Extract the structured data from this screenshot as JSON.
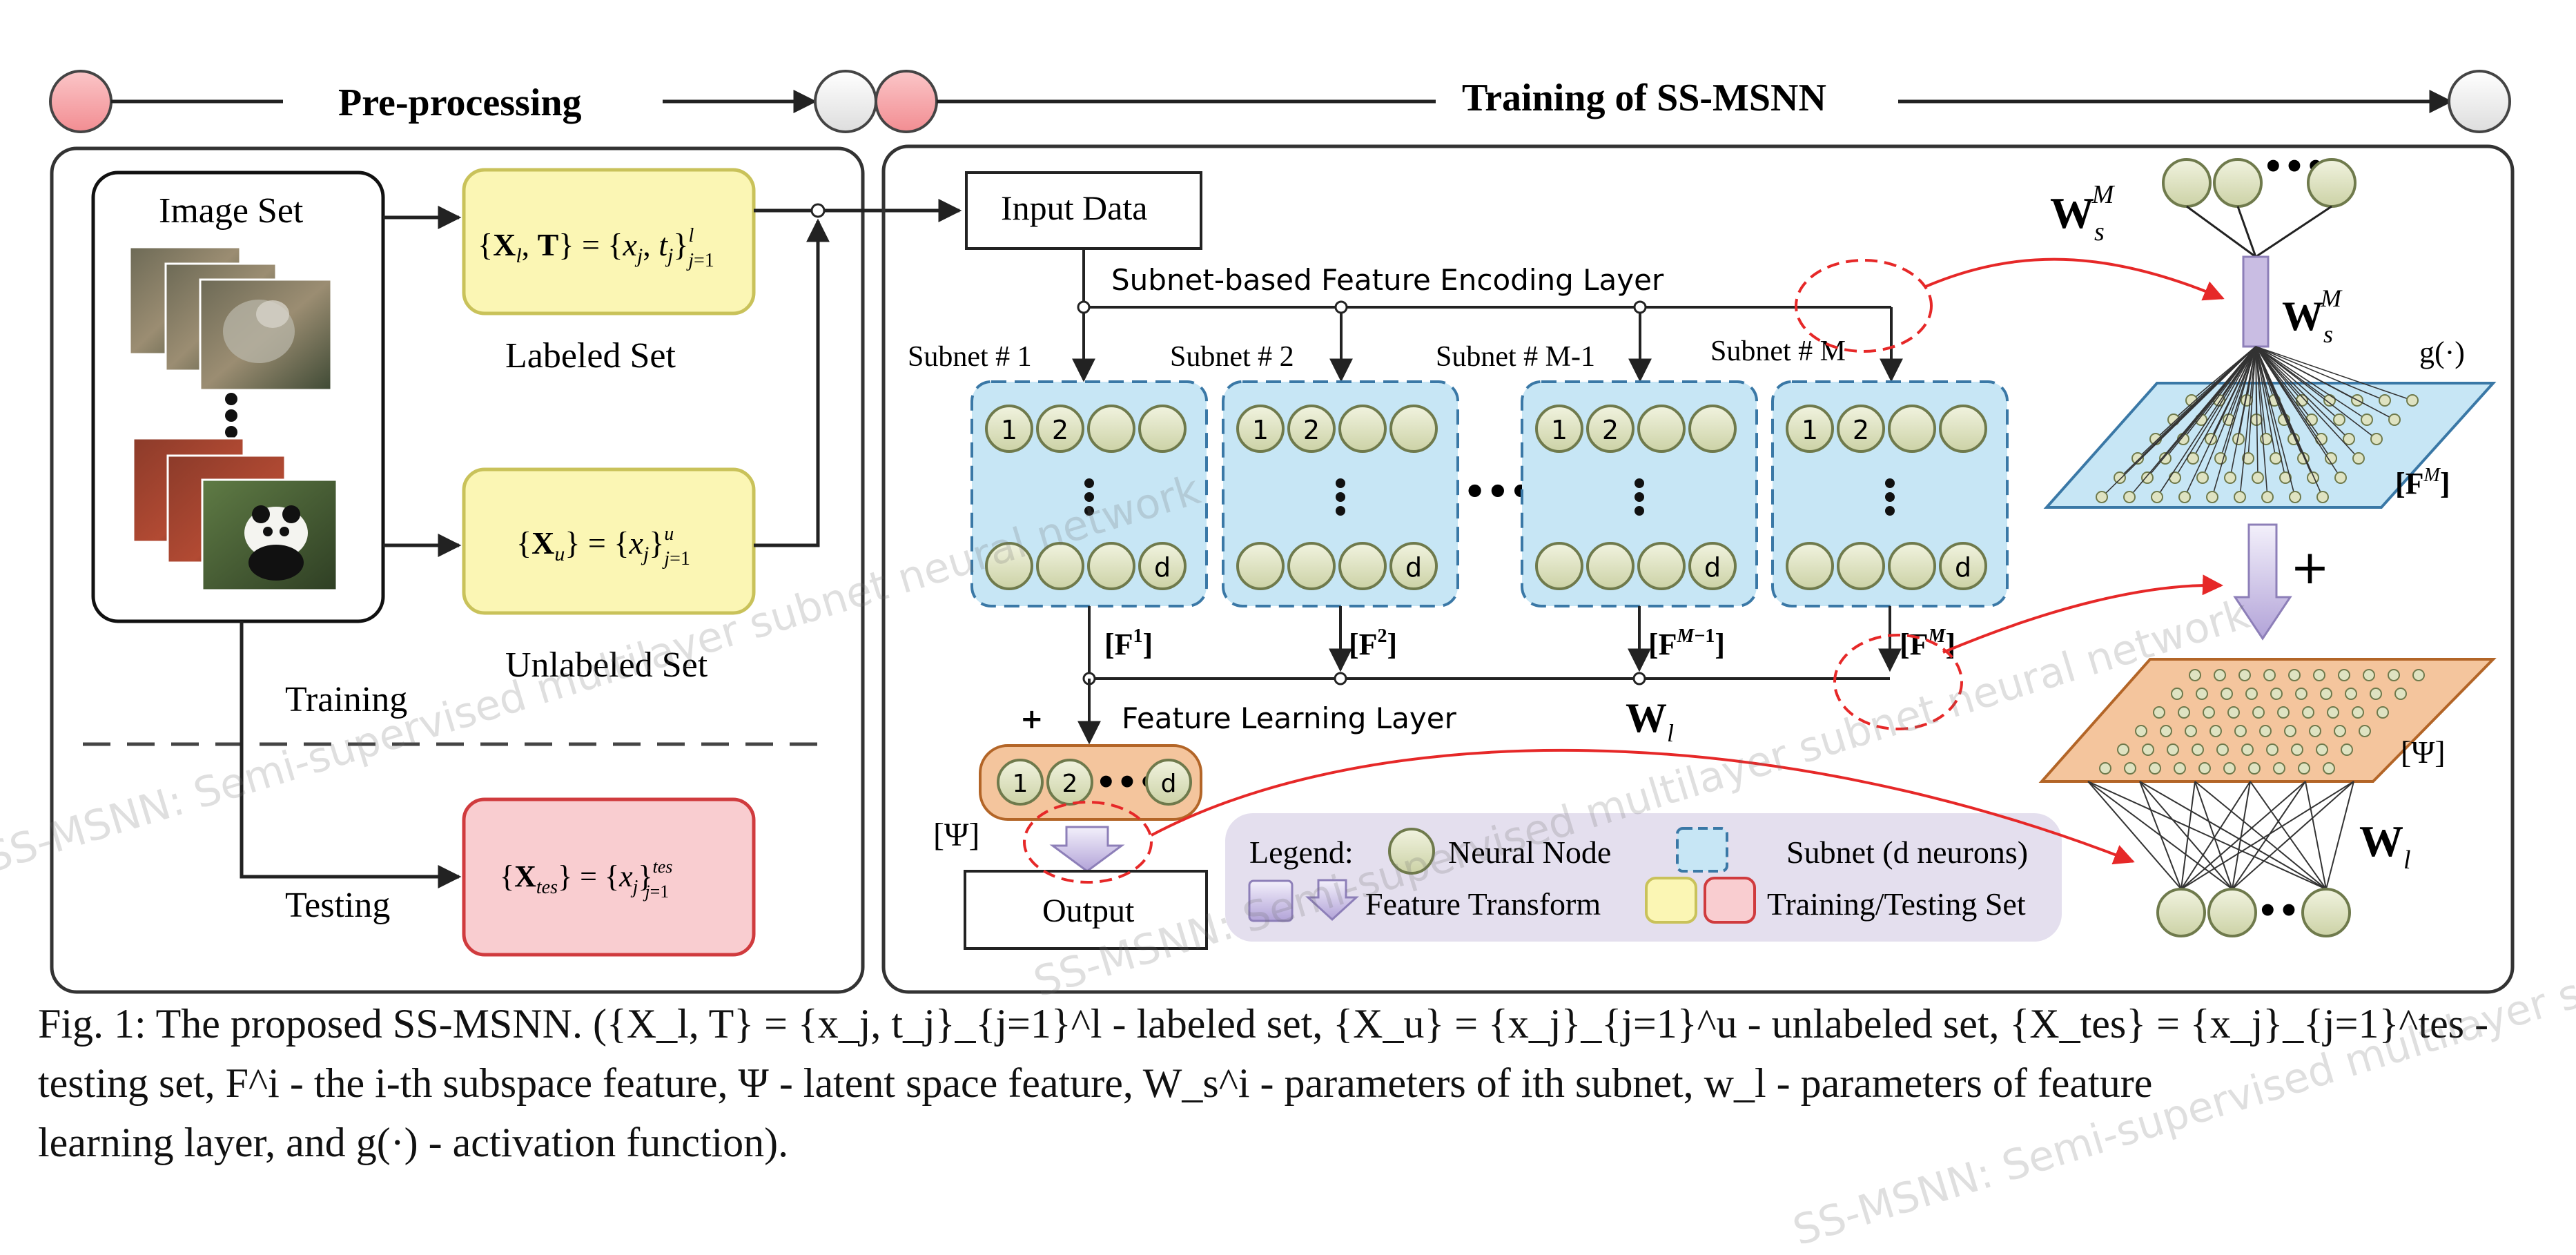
{
  "stages": {
    "preprocessing": "Pre-processing",
    "training": "Training of SS-MSNN"
  },
  "preprocessing": {
    "image_set": "Image Set",
    "labeled_label": "Labeled Set",
    "unlabeled_label": "Unlabeled Set",
    "training_label": "Training",
    "testing_label": "Testing",
    "labeled_formula": "{X_l, T} = {x_j, t_j}_{j=1}^l",
    "unlabeled_formula": "{X_u} = {x_j}_{j=1}^u",
    "testing_formula": "{X_tes} = {x_j}_{j=1}^tes"
  },
  "training": {
    "input_data": "Input Data",
    "encoding_layer": "Subnet-based Feature Encoding Layer",
    "subnets": [
      "Subnet # 1",
      "Subnet # 2",
      "Subnet # M-1",
      "Subnet # M"
    ],
    "feature_outputs": [
      "[F¹]",
      "[F²]",
      "[F^{M−1}]",
      "[F^M]"
    ],
    "feature_learning_layer": "Feature Learning Layer",
    "plus": "+",
    "psi": "[Ψ]",
    "output": "Output",
    "wl": "W_l",
    "node_labels": [
      "1",
      "2",
      "d"
    ],
    "ellipsis": "•••"
  },
  "right_panel": {
    "ws_top": "W_s^M",
    "ws_mid": "W_s^M",
    "g": "g(·)",
    "fm": "[F^M]",
    "plus": "+",
    "psi": "[Ψ]",
    "wl": "W_l",
    "ellipsis": "•••"
  },
  "legend": {
    "title": "Legend:",
    "neural_node": "Neural Node",
    "subnet": "Subnet (d neurons)",
    "feature_transform": "Feature Transform",
    "train_test": "Training/Testing Set"
  },
  "caption": {
    "line1": "Fig. 1: The proposed SS-MSNN. ({X_l, T} = {x_j, t_j}_{j=1}^l - labeled set, {X_u} = {x_j}_{j=1}^u - unlabeled set, {X_tes} = {x_j}_{j=1}^tes -",
    "line2": "testing set, F^i - the i-th subspace feature, Ψ - latent space feature, W_s^i - parameters of ith subnet, w_l - parameters of feature",
    "line3": "learning layer, and g(·) - activation function)."
  },
  "watermark": "SS-MSNN: Semi-supervised multilayer subnet neural network",
  "colors": {
    "stage_dot": "#f7a8ab",
    "labeled_fill": "#fbf6b4",
    "labeled_stroke": "#c9c25a",
    "testing_fill": "#f9cdd0",
    "testing_stroke": "#d03b3e",
    "subnet_fill": "#c7e6f5",
    "subnet_stroke": "#3a78a6",
    "node_fill": "#dfe3c2",
    "node_stroke": "#6f7a4c",
    "latent_fill": "#f4c59d",
    "latent_stroke": "#b36527",
    "legend_fill": "#e4dfee",
    "arrow_red": "#e62828",
    "transform_fill": "#c9bde3"
  }
}
